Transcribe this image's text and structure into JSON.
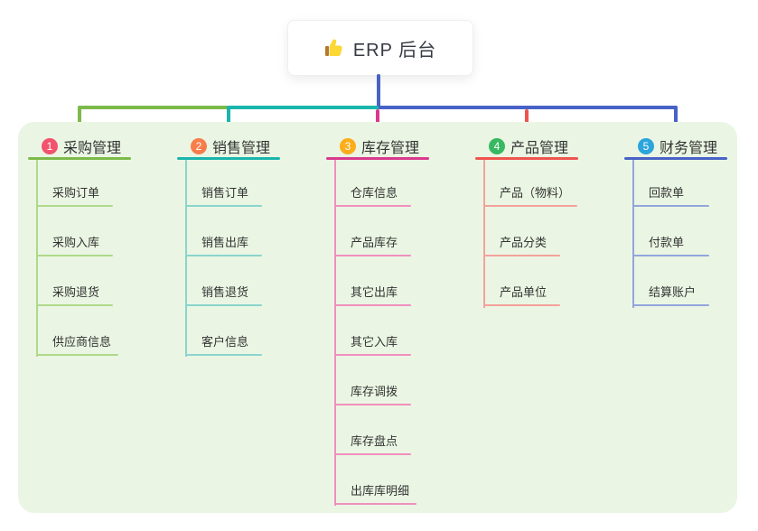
{
  "root": {
    "title": "ERP 后台",
    "icon": "thumbs-up-icon"
  },
  "canvas": {
    "background": "#ffffff",
    "panel_background": "#eaf6e3",
    "trunk_color": "#4862c6",
    "text_color": "#333333"
  },
  "modules": [
    {
      "num": "1",
      "label": "采购管理",
      "colors": {
        "badge": "#f3536d",
        "main": "#7dba4a",
        "light": "#afd98a"
      },
      "items": [
        "采购订单",
        "采购入库",
        "采购退货",
        "供应商信息"
      ]
    },
    {
      "num": "2",
      "label": "销售管理",
      "colors": {
        "badge": "#f97d4a",
        "main": "#1ab5ac",
        "light": "#8ad5cd"
      },
      "items": [
        "销售订单",
        "销售出库",
        "销售退货",
        "客户信息"
      ]
    },
    {
      "num": "3",
      "label": "库存管理",
      "colors": {
        "badge": "#fbad1a",
        "main": "#d93a8c",
        "light": "#f18fbe"
      },
      "items": [
        "仓库信息",
        "产品库存",
        "其它出库",
        "其它入库",
        "库存调拨",
        "库存盘点",
        "出库库明细"
      ]
    },
    {
      "num": "4",
      "label": "产品管理",
      "colors": {
        "badge": "#38b961",
        "main": "#f0544f",
        "light": "#f5a19c"
      },
      "items": [
        "产品（物料）",
        "产品分类",
        "产品单位"
      ]
    },
    {
      "num": "5",
      "label": "财务管理",
      "colors": {
        "badge": "#2ca4dc",
        "main": "#4862c6",
        "light": "#93a5dd"
      },
      "items": [
        "回款单",
        "付款单",
        "结算账户"
      ]
    }
  ]
}
